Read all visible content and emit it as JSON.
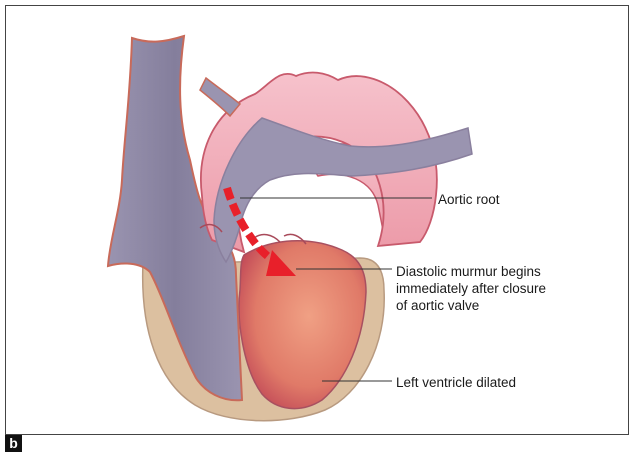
{
  "labels": {
    "aortic_root": "Aortic root",
    "diastolic_murmur": [
      "Diastolic murmur begins",
      "immediately after closure",
      "of aortic valve"
    ],
    "left_ventricle": "Left ventricle dilated"
  },
  "panel_letter": "b",
  "colors": {
    "pericardium": "#dcc0a0",
    "vena_cava": "#8e88a6",
    "aorta": "#f2b0bc",
    "left_ventricle": "#e2806a",
    "regurgitation_arrow": "#e8202a"
  }
}
